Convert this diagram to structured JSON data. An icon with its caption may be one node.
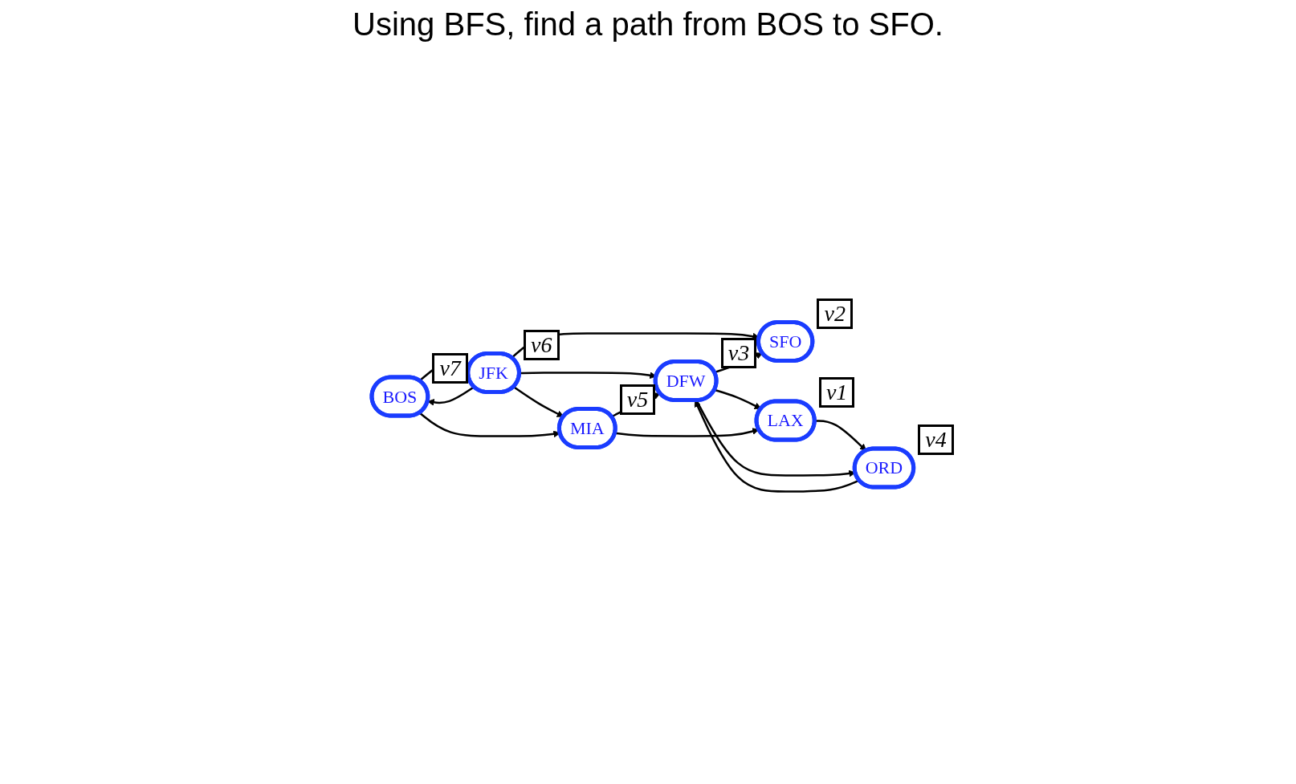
{
  "diagram": {
    "title": "Using BFS, find a path from BOS to SFO.",
    "nodes": [
      {
        "text": [
          "BOS"
        ],
        "beside": [
          "v7"
        ]
      },
      {
        "text": [
          "ORD"
        ],
        "beside": [
          "v4"
        ]
      },
      {
        "text": [
          "JFK"
        ],
        "beside": [
          "v6"
        ]
      },
      {
        "text": [
          "SFO"
        ],
        "beside": [
          "v2"
        ]
      },
      {
        "text": [
          "DFW"
        ],
        "beside": [
          "v3"
        ]
      },
      {
        "text": [
          "LAX"
        ],
        "beside": [
          "v1"
        ]
      },
      {
        "text": [
          "MIA"
        ],
        "beside": [
          "v5"
        ]
      }
    ],
    "edges": [
      {
        "from": 2,
        "to": 3,
        "arrow": "to"
      },
      {
        "from": 5,
        "to": 1,
        "arrow": "to"
      },
      {
        "from": 1,
        "to": 4,
        "arrow": "to"
      },
      {
        "from": 4,
        "to": 1,
        "arrow": "to"
      },
      {
        "from": 4,
        "to": 3,
        "arrow": "to"
      },
      {
        "from": 4,
        "to": 5,
        "arrow": "to"
      },
      {
        "from": 0,
        "to": 2,
        "arrow": "to"
      },
      {
        "from": 2,
        "to": 0,
        "arrow": "to"
      },
      {
        "from": 2,
        "to": 4,
        "arrow": "to"
      },
      {
        "from": 2,
        "to": 6,
        "arrow": "to"
      },
      {
        "from": 0,
        "to": 6,
        "arrow": "to"
      },
      {
        "from": 6,
        "to": 4,
        "arrow": "to"
      },
      {
        "from": 6,
        "to": 5,
        "arrow": "to"
      }
    ]
  }
}
